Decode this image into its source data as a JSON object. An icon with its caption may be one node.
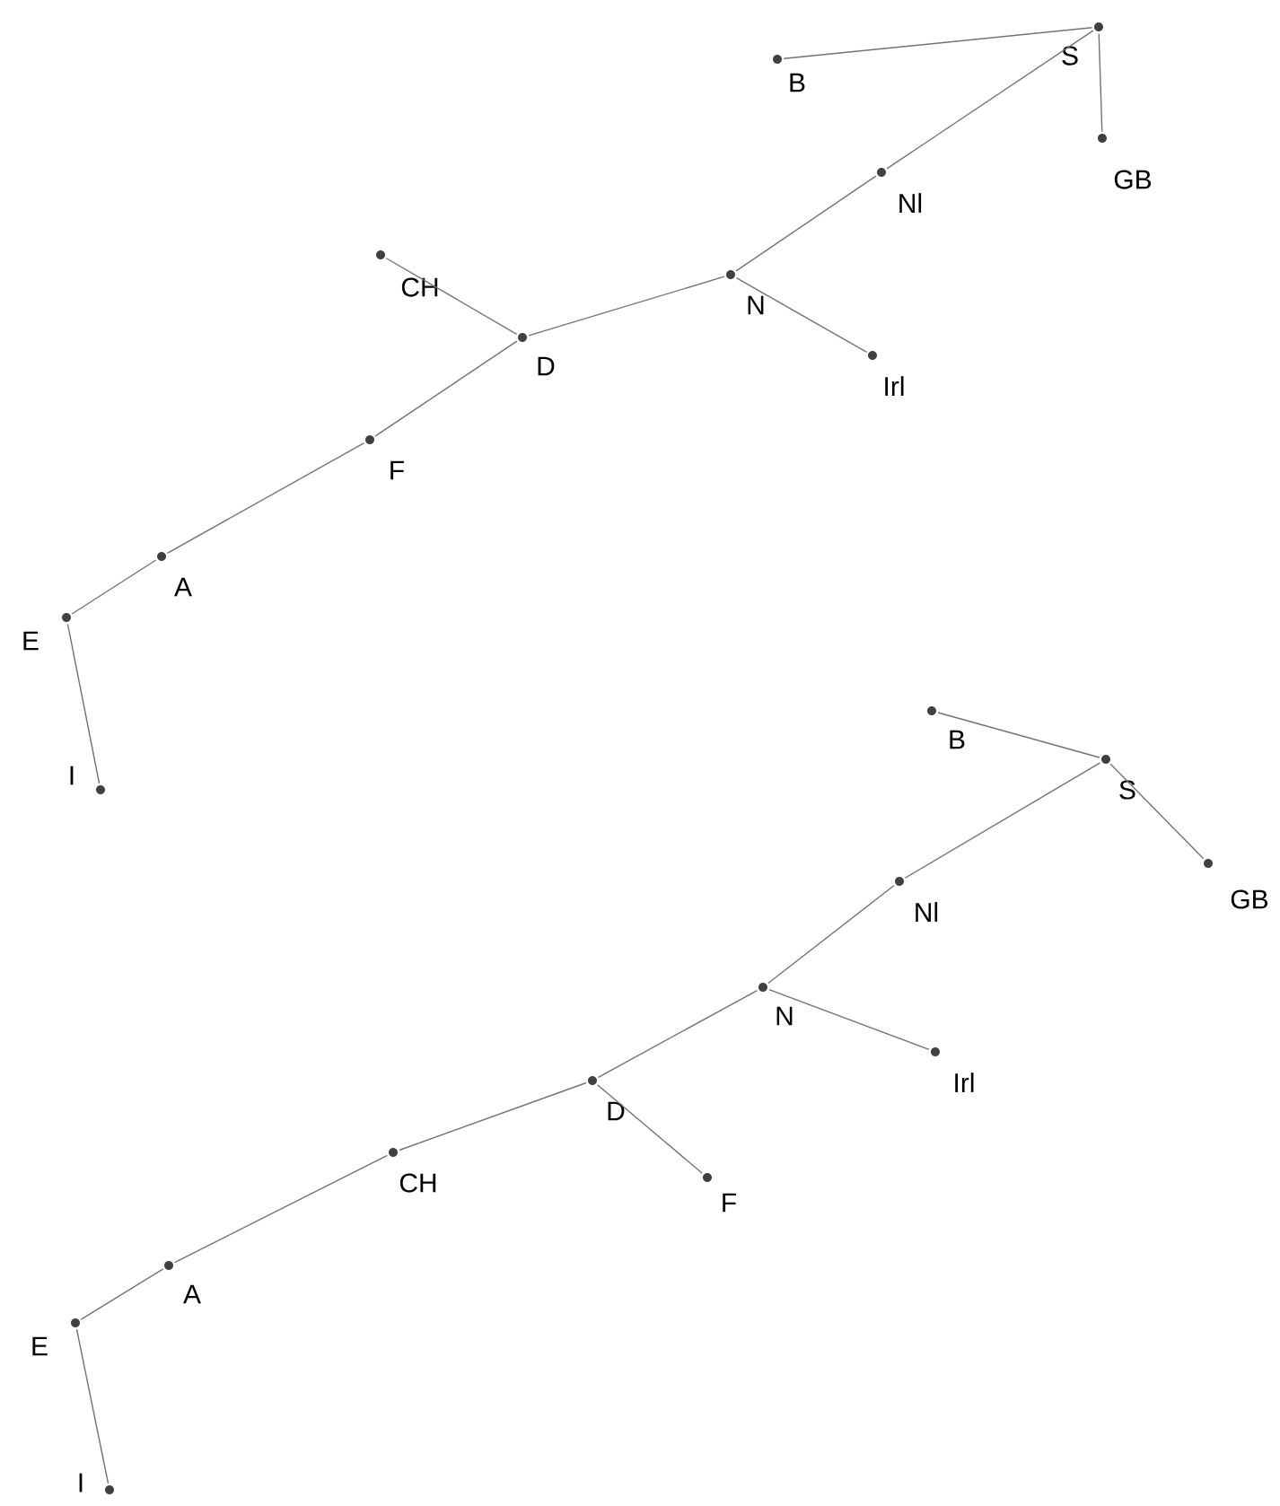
{
  "diagram": {
    "nodes": [
      {
        "text": [
          "S"
        ]
      },
      {
        "text": [
          "B"
        ]
      },
      {
        "text": [
          "GB"
        ]
      },
      {
        "text": [
          "Nl"
        ]
      },
      {
        "text": [
          "N"
        ]
      },
      {
        "text": [
          "Irl"
        ]
      },
      {
        "text": [
          "D"
        ]
      },
      {
        "text": [
          "CH"
        ]
      },
      {
        "text": [
          "F"
        ]
      },
      {
        "text": [
          "A"
        ]
      },
      {
        "text": [
          "E"
        ]
      },
      {
        "text": [
          "I"
        ]
      },
      {
        "text": [
          "B"
        ]
      },
      {
        "text": [
          "S"
        ]
      },
      {
        "text": [
          "GB"
        ]
      },
      {
        "text": [
          "Nl"
        ]
      },
      {
        "text": [
          "N"
        ]
      },
      {
        "text": [
          "Irl"
        ]
      },
      {
        "text": [
          "D"
        ]
      },
      {
        "text": [
          "F"
        ]
      },
      {
        "text": [
          "CH"
        ]
      },
      {
        "text": [
          "A"
        ]
      },
      {
        "text": [
          "E"
        ]
      },
      {
        "text": [
          "I"
        ]
      }
    ],
    "edges": [
      {
        "from": 1,
        "to": 0,
        "arrow": "none"
      },
      {
        "from": 0,
        "to": 2,
        "arrow": "none"
      },
      {
        "from": 0,
        "to": 3,
        "arrow": "none"
      },
      {
        "from": 3,
        "to": 4,
        "arrow": "none"
      },
      {
        "from": 4,
        "to": 5,
        "arrow": "none"
      },
      {
        "from": 4,
        "to": 6,
        "arrow": "none"
      },
      {
        "from": 6,
        "to": 7,
        "arrow": "none"
      },
      {
        "from": 6,
        "to": 8,
        "arrow": "none"
      },
      {
        "from": 8,
        "to": 9,
        "arrow": "none"
      },
      {
        "from": 9,
        "to": 10,
        "arrow": "none"
      },
      {
        "from": 10,
        "to": 11,
        "arrow": "none"
      },
      {
        "from": 12,
        "to": 13,
        "arrow": "none"
      },
      {
        "from": 13,
        "to": 14,
        "arrow": "none"
      },
      {
        "from": 13,
        "to": 15,
        "arrow": "none"
      },
      {
        "from": 15,
        "to": 16,
        "arrow": "none"
      },
      {
        "from": 16,
        "to": 17,
        "arrow": "none"
      },
      {
        "from": 16,
        "to": 18,
        "arrow": "none"
      },
      {
        "from": 18,
        "to": 19,
        "arrow": "none"
      },
      {
        "from": 18,
        "to": 20,
        "arrow": "none"
      },
      {
        "from": 20,
        "to": 21,
        "arrow": "none"
      },
      {
        "from": 21,
        "to": 22,
        "arrow": "none"
      },
      {
        "from": 22,
        "to": 23,
        "arrow": "none"
      }
    ]
  }
}
